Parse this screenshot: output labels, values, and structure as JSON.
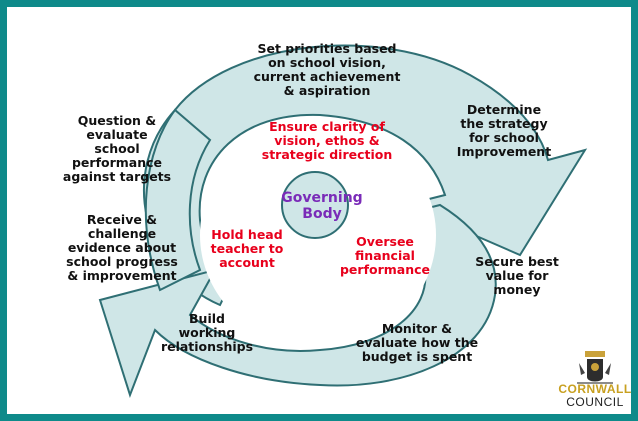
{
  "diagram": {
    "center": "Governing\nBody",
    "outer_steps": [
      "Set priorities based\non school vision,\ncurrent achievement\n& aspiration",
      "Determine\nthe strategy\nfor school\nImprovement",
      "Secure best\nvalue for\nmoney",
      "Monitor &\nevaluate how the\nbudget is spent",
      "Build\nworking\nrelationships",
      "Receive &\nchallenge\nevidence about\nschool progress\n& improvement",
      "Question &\nevaluate\nschool\nperformance\nagainst targets"
    ],
    "inner_roles": [
      "Ensure clarity of\nvision, ethos &\nstrategic direction",
      "Hold head\nteacher to\naccount",
      "Oversee\nfinancial\nperformance"
    ]
  },
  "logo": {
    "line1": "CORNWALL",
    "line2": "COUNCIL"
  },
  "colors": {
    "border": "#0e8a8a",
    "arrow_fill": "#cfe6e7",
    "arrow_stroke": "#2f6f74",
    "inner_text": "#e8001c",
    "center_text": "#7a2bb8",
    "center_fill": "#cfe6e7"
  }
}
